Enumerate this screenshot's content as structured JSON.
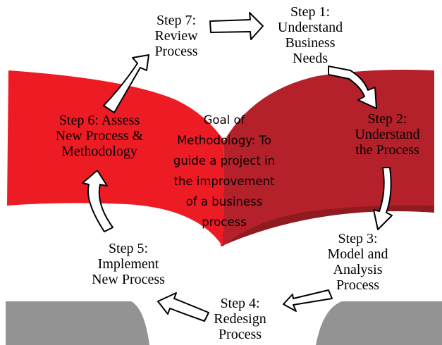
{
  "colors": {
    "book_left": "#ed1c24",
    "book_right": "#b5212a",
    "book_shadow": "#8f1b21",
    "base_gray": "#939393",
    "arrow_fill": "#ffffff",
    "arrow_stroke": "#000000"
  },
  "center": {
    "lines": [
      "Goal of",
      "Methodology: To",
      "guide a project in",
      "the improvement",
      "of a business",
      "process"
    ]
  },
  "steps": [
    {
      "lines": [
        "Step 1:",
        "Understand",
        "Business",
        "Needs"
      ]
    },
    {
      "lines": [
        "Step 2:",
        "Understand",
        "the Process"
      ]
    },
    {
      "lines": [
        "Step 3:",
        "Model and",
        "Analysis",
        "Process"
      ]
    },
    {
      "lines": [
        "Step 4:",
        "Redesign",
        "Process"
      ]
    },
    {
      "lines": [
        "Step 5:",
        "Implement",
        "New Process"
      ]
    },
    {
      "lines": [
        "Step 6: Assess",
        "New Process &",
        "Methodology"
      ]
    },
    {
      "lines": [
        "Step 7:",
        "Review",
        "Process"
      ]
    }
  ]
}
